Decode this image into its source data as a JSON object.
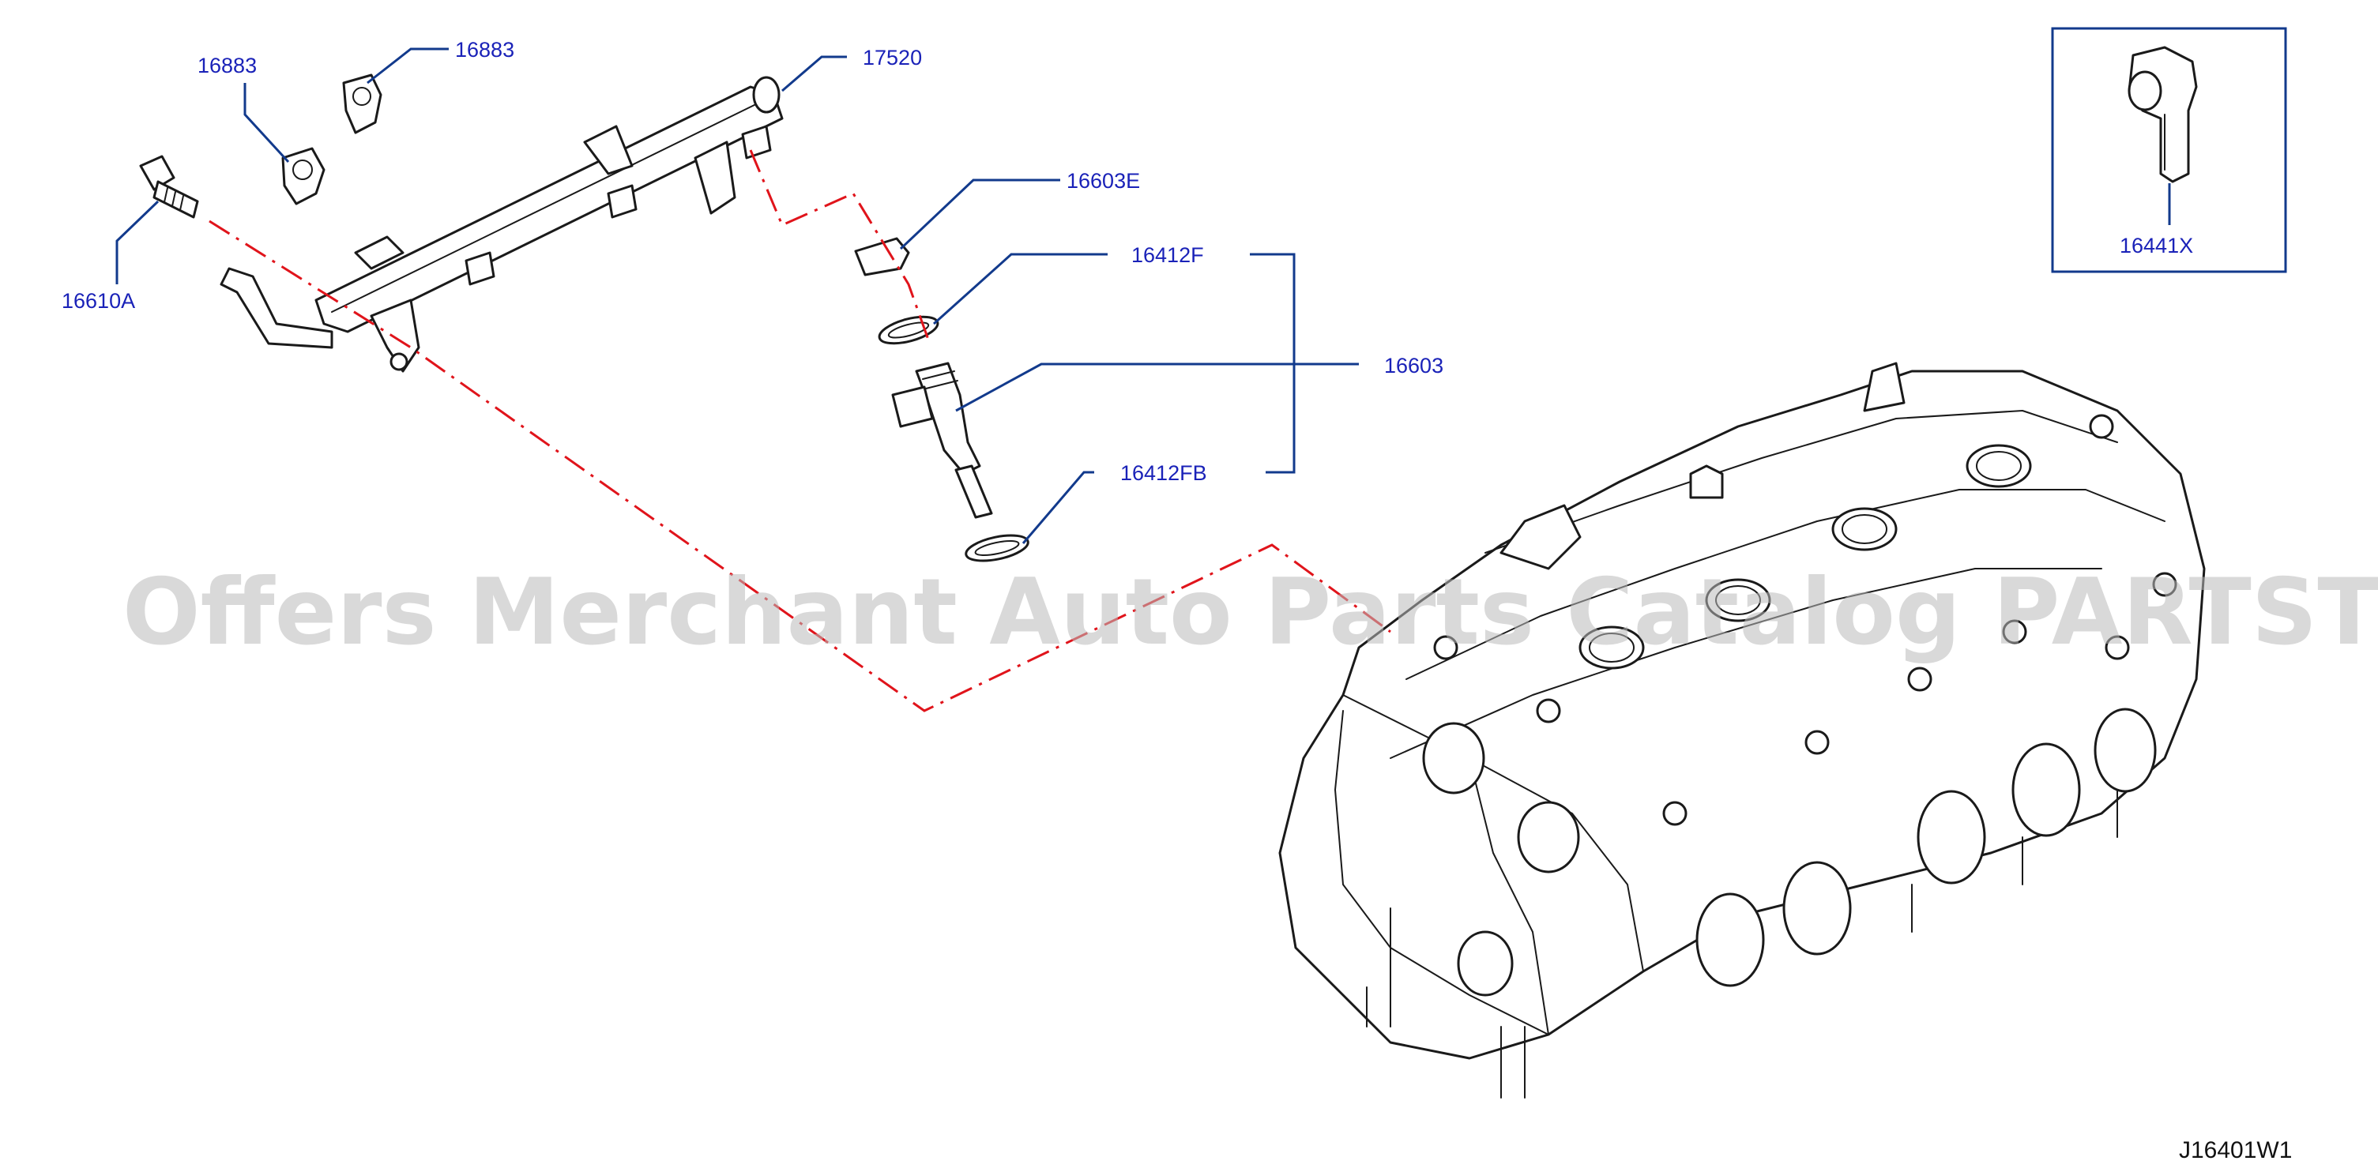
{
  "diagram": {
    "labels": {
      "p16883a": "16883",
      "p16883b": "16883",
      "p17520": "17520",
      "p16610A": "16610A",
      "p16603E": "16603E",
      "p16412F": "16412F",
      "p16603": "16603",
      "p16412FB": "16412FB",
      "p16441X": "16441X"
    },
    "watermark": "Offers Merchant Auto Parts Catalog PARTSTORE.SA",
    "drawing_code": "J16401W1"
  },
  "colors": {
    "label_text": "#1a22b8",
    "leader_line": "#123a8c",
    "dash_line": "#e0141b",
    "part_outline": "#1a1a1a",
    "watermark": "#b9b9b9"
  }
}
